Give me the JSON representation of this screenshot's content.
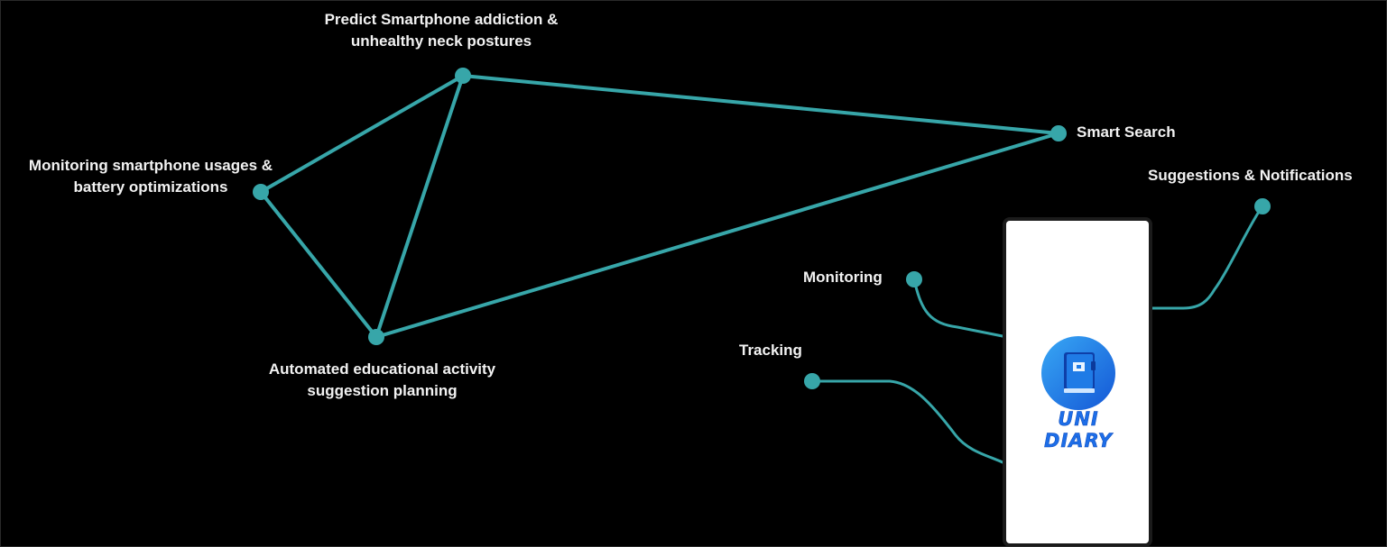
{
  "colors": {
    "background": "#000000",
    "connector": "#37a6a9",
    "label_text": "#f2f2f2",
    "phone_frame": "#1b1b1b",
    "phone_screen": "#ffffff",
    "logo_blue": "#1d6ee8"
  },
  "nodes": {
    "predict": {
      "line1": "Predict Smartphone addiction &",
      "line2": "unhealthy neck postures"
    },
    "monitoring_usage": {
      "line1": "Monitoring smartphone usages &",
      "line2": "battery optimizations"
    },
    "automated": {
      "line1": "Automated educational activity",
      "line2": "suggestion planning"
    },
    "smart_search": {
      "label": "Smart Search"
    },
    "suggestions": {
      "label": "Suggestions & Notifications"
    },
    "monitoring": {
      "label": "Monitoring"
    },
    "tracking": {
      "label": "Tracking"
    }
  },
  "phone": {
    "logo_text": "UNI DIARY",
    "logo_icon": "notebook-icon"
  }
}
